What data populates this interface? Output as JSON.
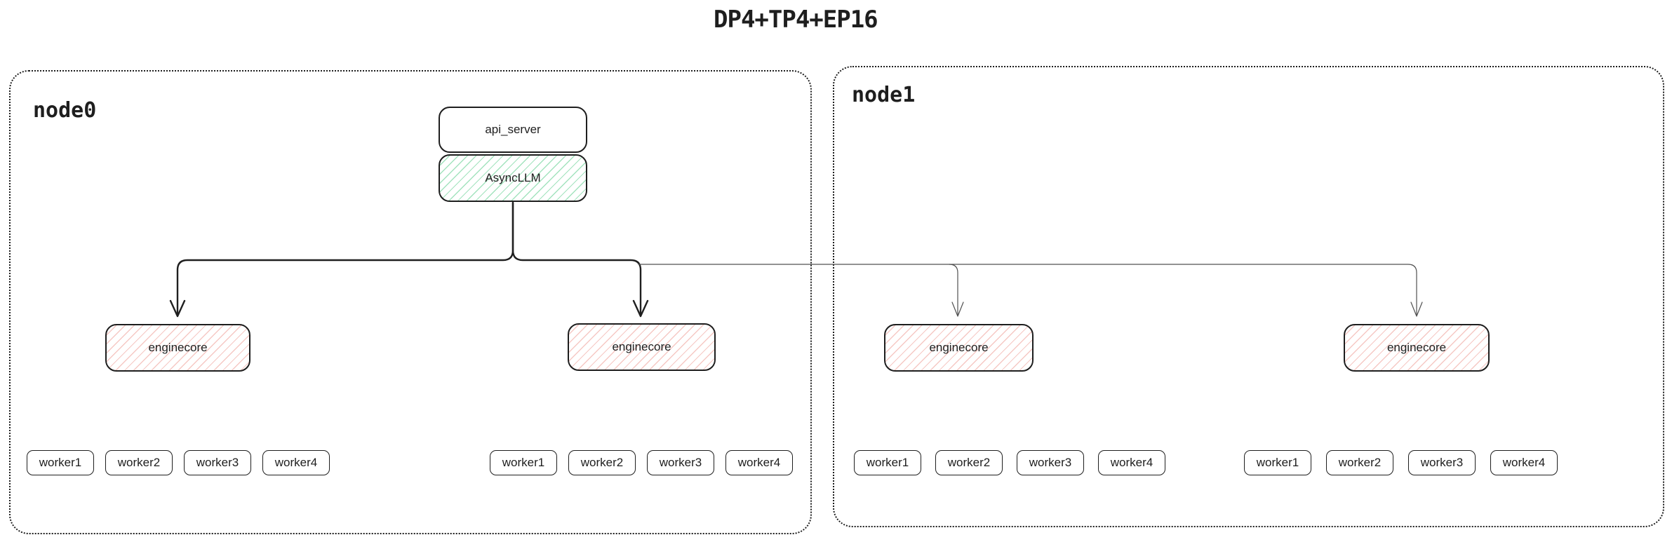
{
  "title": "DP4+TP4+EP16",
  "nodes": [
    {
      "label": "node0"
    },
    {
      "label": "node1"
    }
  ],
  "pipeline": {
    "api_server_label": "api_server",
    "async_llm_label": "AsyncLLM"
  },
  "enginecores": [
    {
      "label": "enginecore"
    },
    {
      "label": "enginecore"
    },
    {
      "label": "enginecore"
    },
    {
      "label": "enginecore"
    }
  ],
  "worker_groups": [
    {
      "workers": [
        "worker1",
        "worker2",
        "worker3",
        "worker4"
      ]
    },
    {
      "workers": [
        "worker1",
        "worker2",
        "worker3",
        "worker4"
      ]
    },
    {
      "workers": [
        "worker1",
        "worker2",
        "worker3",
        "worker4"
      ]
    },
    {
      "workers": [
        "worker1",
        "worker2",
        "worker3",
        "worker4"
      ]
    }
  ],
  "colors": {
    "ink": "#1e1e1e",
    "async_llm_hatch": "#48c77e",
    "enginecore_hatch": "#e77064",
    "primary_connector": "#1f1f1f",
    "secondary_connector": "#505050",
    "background": "#ffffff"
  }
}
